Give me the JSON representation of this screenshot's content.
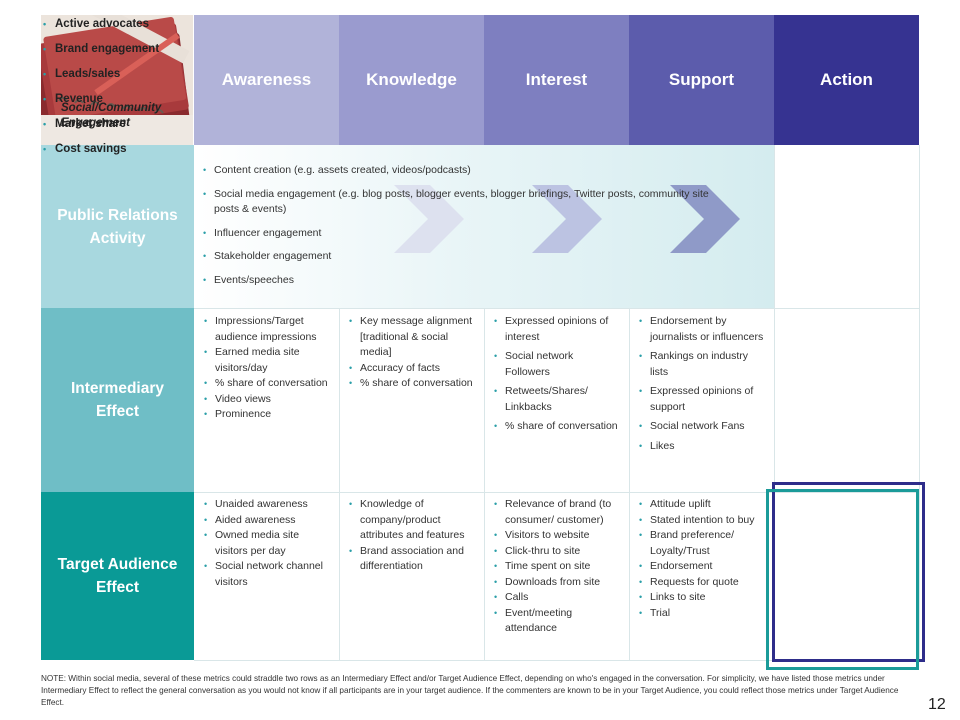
{
  "columns": [
    {
      "label": "Awareness",
      "color": "#b1b3d9"
    },
    {
      "label": "Knowledge",
      "color": "#9a9bcf"
    },
    {
      "label": "Interest",
      "color": "#7e7fc0"
    },
    {
      "label": "Support",
      "color": "#5c5cac"
    },
    {
      "label": "Action",
      "color": "#363391"
    }
  ],
  "corner": {
    "items": [
      "Active advocates",
      "Brand engagement",
      "Leads/sales",
      "Revenue",
      "Market share",
      "Cost savings"
    ],
    "overlay_label": "Social/Community Engagement"
  },
  "rows": {
    "pr": {
      "label": "Public Relations Activity",
      "color": "#a8d8df",
      "items": [
        "Content creation (e.g. assets created, videos/podcasts)",
        "Social media engagement (e.g. blog posts, blogger events, blogger briefings, Twitter posts, community site posts & events)",
        "Influencer engagement",
        "Stakeholder engagement",
        "Events/speeches"
      ]
    },
    "intermediary": {
      "label": "Intermediary Effect",
      "color": "#6fbec6",
      "awareness": [
        "Impressions/Target audience impressions",
        "Earned media site visitors/day",
        "% share of conversation",
        "Video views",
        "Prominence"
      ],
      "knowledge": [
        "Key message alignment [traditional & social media]",
        "Accuracy of facts",
        "% share of conversation"
      ],
      "interest": [
        "Expressed opinions of interest",
        "Social network Followers",
        "Retweets/Shares/ Linkbacks",
        "% share of conversation"
      ],
      "support": [
        "Endorsement by journalists or influencers",
        "Rankings on industry lists",
        "Expressed opinions of support",
        "Social network Fans",
        "Likes"
      ]
    },
    "target": {
      "label": "Target Audience Effect",
      "color": "#0a9a96",
      "awareness": [
        "Unaided awareness",
        "Aided awareness",
        "Owned media site visitors per day",
        "Social network channel visitors"
      ],
      "knowledge": [
        "Knowledge of company/product attributes and features",
        "Brand association and differentiation"
      ],
      "interest": [
        "Relevance of brand (to consumer/ customer)",
        "Visitors to website",
        "Click-thru to site",
        "Time spent on site",
        "Downloads from site",
        "Calls",
        "Event/meeting attendance"
      ],
      "support": [
        "Attitude uplift",
        "Stated intention to buy",
        "Brand preference/ Loyalty/Trust",
        "Endorsement",
        "Requests for quote",
        "Links to site",
        "Trial"
      ]
    }
  },
  "note": "NOTE: Within social media, several of these metrics could straddle two rows as an Intermediary Effect and/or Target Audience Effect, depending on who's engaged in the conversation. For simplicity, we have listed those metrics under Intermediary Effect to reflect the general conversation as you would not know if all participants are in your target audience. If the commenters are known to be in your Target Audience, you could reflect those metrics under Target Audience Effect.",
  "page_number": "12",
  "colors": {
    "accent_teal": "#2a9fa8",
    "frame_navy": "#2e2d8a",
    "frame_teal": "#1b9b99"
  }
}
